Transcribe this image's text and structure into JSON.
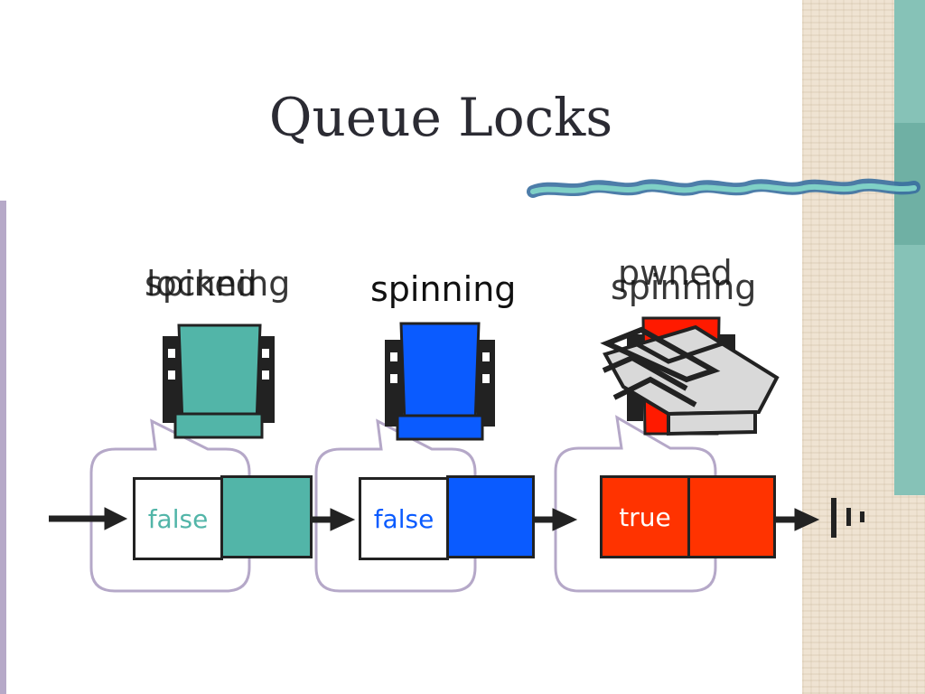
{
  "title": "Queue Locks",
  "threads": [
    {
      "labels": [
        "spinning",
        "locked"
      ],
      "flag": "false",
      "color": "#52b5a8"
    },
    {
      "labels": [
        "spinning"
      ],
      "flag": "false",
      "color": "#0a5bff"
    },
    {
      "labels": [
        "spinning",
        "pwned"
      ],
      "flag": "true",
      "color": "#ff3300"
    }
  ],
  "colors": {
    "teal": "#52b5a8",
    "blue": "#0a5bff",
    "red": "#ff3300",
    "bubble": "#b5a8c8"
  }
}
